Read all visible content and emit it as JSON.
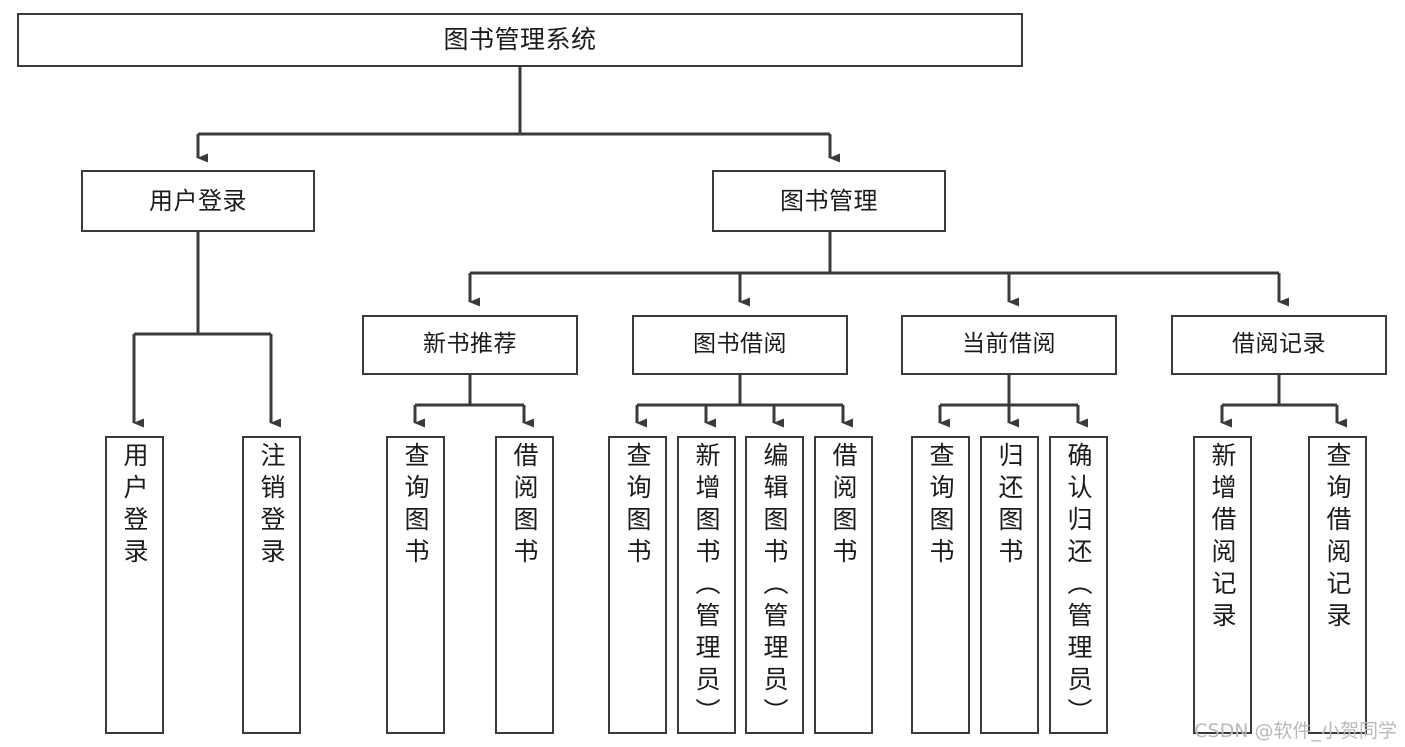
{
  "diagram": {
    "title": "图书管理系统",
    "type": "tree-hierarchy-diagram",
    "stroke_color": "#3a3a3a",
    "background_color": "#ffffff",
    "text_color": "#1b1b1b",
    "nodes": {
      "root": {
        "label": "图书管理系统"
      },
      "level2": [
        {
          "label": "用户登录"
        },
        {
          "label": "图书管理"
        }
      ],
      "level3": [
        {
          "label": "新书推荐"
        },
        {
          "label": "图书借阅"
        },
        {
          "label": "当前借阅"
        },
        {
          "label": "借阅记录"
        }
      ],
      "leaves": {
        "user_login": [
          {
            "label": "用户登录"
          },
          {
            "label": "注销登录"
          }
        ],
        "new_book_recommend": [
          {
            "label": "查询图书"
          },
          {
            "label": "借阅图书"
          }
        ],
        "book_borrow": [
          {
            "label": "查询图书"
          },
          {
            "label": "新增图书（管理员）"
          },
          {
            "label": "编辑图书（管理员）"
          },
          {
            "label": "借阅图书"
          }
        ],
        "current_borrow": [
          {
            "label": "查询图书"
          },
          {
            "label": "归还图书"
          },
          {
            "label": "确认归还（管理员）"
          }
        ],
        "borrow_record": [
          {
            "label": "新增借阅记录"
          },
          {
            "label": "查询借阅记录"
          }
        ]
      }
    }
  },
  "watermark": {
    "text": "CSDN @软件_小贺同学"
  }
}
